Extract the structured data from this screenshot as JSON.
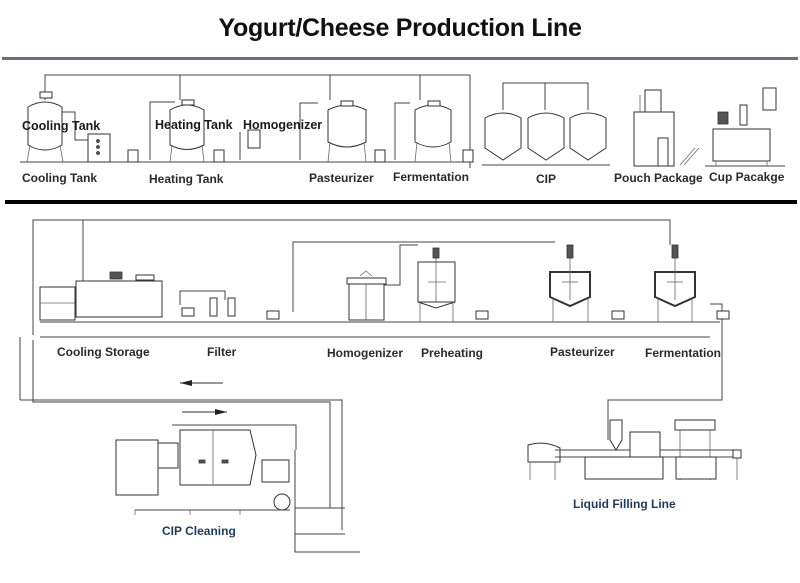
{
  "title": "Yogurt/Cheese Production Line",
  "top_section": {
    "inline_labels": [
      "Cooling Tank",
      "Heating Tank",
      "Homogenizer"
    ],
    "captions": [
      "Cooling Tank",
      "Heating Tank",
      "Pasteurizer",
      "Fermentation",
      "CIP",
      "Pouch Package",
      "Cup Pacakge"
    ]
  },
  "bottom_section": {
    "process_captions": [
      "Cooling Storage",
      "Filter",
      "Homogenizer",
      "Preheating",
      "Pasteurizer",
      "Fermentation"
    ],
    "cip_caption": "CIP Cleaning",
    "filling_caption": "Liquid Filling Line"
  },
  "colors": {
    "title": "#111111",
    "label": "#2a2a2a",
    "caption_blue": "#1f3b5a",
    "divider_top": "#6b6f76",
    "divider_bottom": "#000000"
  }
}
